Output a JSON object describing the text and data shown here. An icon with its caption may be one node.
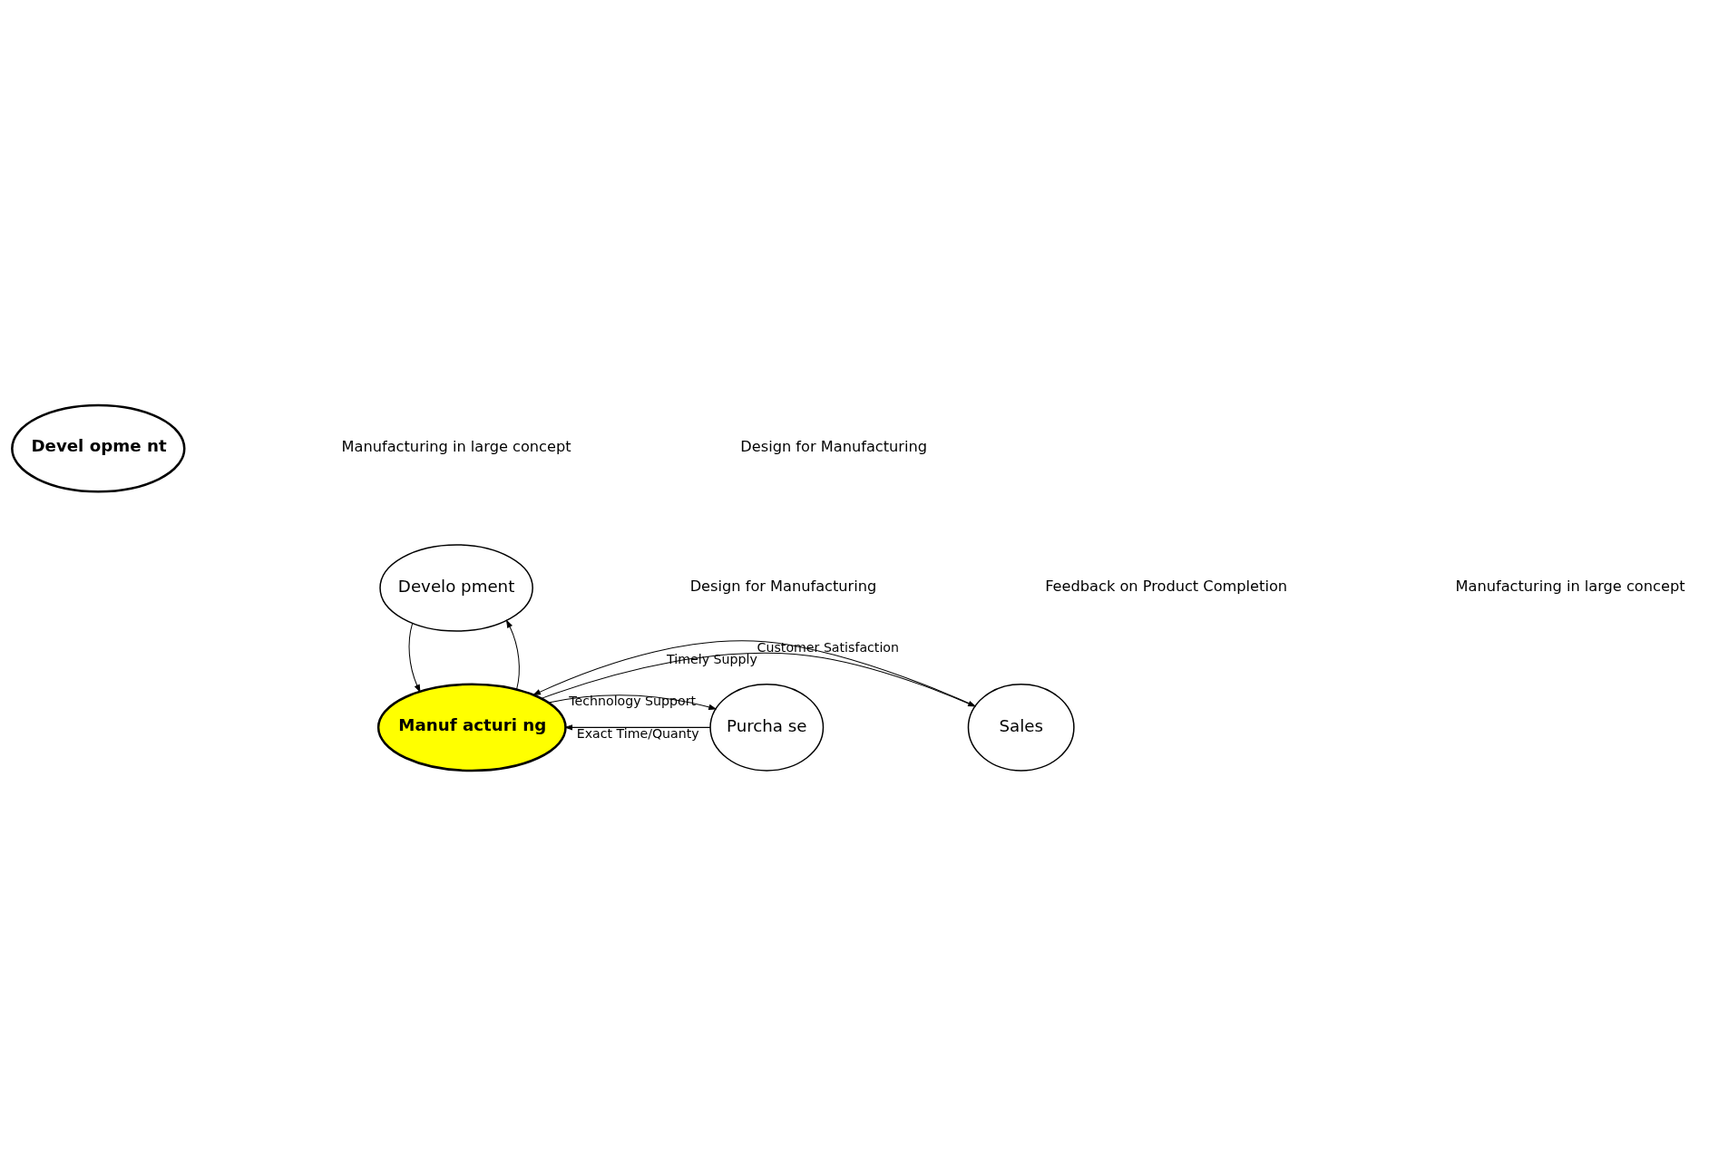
{
  "diagram": {
    "nodes": [
      {
        "text": [
          "Devel opme nt"
        ]
      },
      {
        "text": [
          "Develo pment"
        ]
      },
      {
        "text": [
          "Purcha se"
        ]
      },
      {
        "text": [
          "Manuf acturi ng"
        ]
      },
      {
        "text": [
          "Sales"
        ]
      }
    ],
    "edges": [
      {
        "from": 1,
        "to": 3,
        "arrow": "to"
      },
      {
        "from": 3,
        "to": 1,
        "arrow": "to"
      },
      {
        "from": 2,
        "to": 3,
        "arrow": "to",
        "label": "Exact Time/Quanty"
      },
      {
        "from": 3,
        "to": 2,
        "arrow": "to",
        "label": "Technology Support"
      },
      {
        "from": 3,
        "to": 4,
        "arrow": "to",
        "label": "Timely Supply"
      },
      {
        "from": 4,
        "to": 3,
        "arrow": "to",
        "label": "Customer Satisfaction"
      }
    ],
    "labels": [
      "Manufacturing in large concept",
      "Design for Manufacturing",
      "Manufacturing in large concept",
      "Design for Manufacturing",
      "Feedback on Product Completion"
    ]
  }
}
